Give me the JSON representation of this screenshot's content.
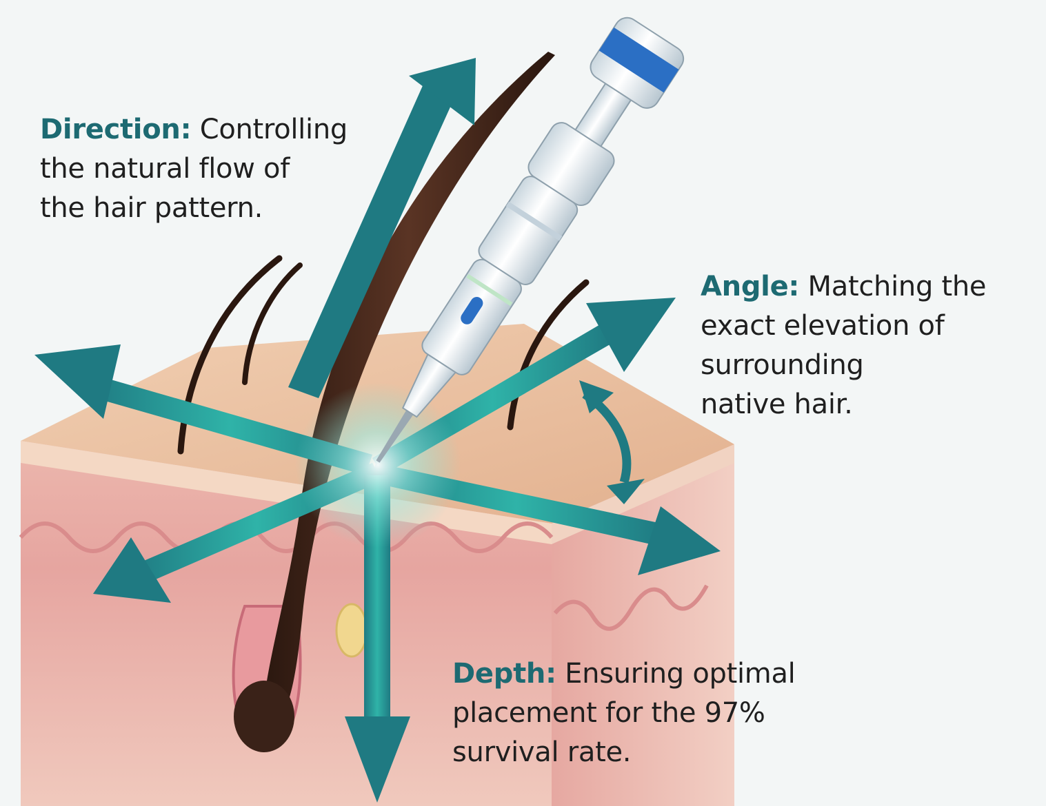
{
  "colors": {
    "accent_teal": "#1d6a72",
    "arrow_teal": "#1f7a82",
    "glow": "#7fe0d6",
    "skin_top": "#e8bfa0",
    "dermis_pink": "#e7a6a4",
    "hair_dark": "#3a2218",
    "device_accent_blue": "#2b6fc4"
  },
  "icons": {
    "direction_arrow": "double-headed-arrow-icon",
    "angle_arrow": "curved-double-arrow-icon",
    "depth_arrow": "down-arrow-icon",
    "device": "implanter-pen-icon"
  },
  "callouts": {
    "direction": {
      "term": "Direction:",
      "line1": " Controlling",
      "line2": "the natural flow of",
      "line3": "the hair pattern."
    },
    "angle": {
      "term": "Angle:",
      "line1": " Matching the",
      "line2": "exact elevation of",
      "line3": "surrounding",
      "line4": "native hair."
    },
    "depth": {
      "term": "Depth:",
      "line1": " Ensuring optimal",
      "line2": "placement for the 97%",
      "line3": "survival rate."
    }
  }
}
